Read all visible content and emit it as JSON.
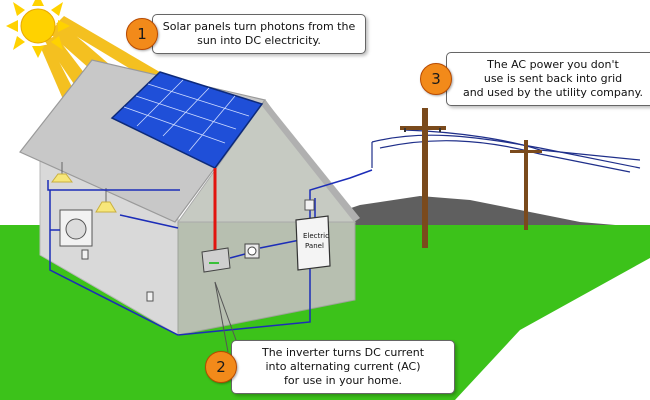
{
  "colors": {
    "sky": "#ffffff",
    "grass": "#3cc21a",
    "mountain": "#5f5f5f",
    "house_wall": "#d9d9d9",
    "roof": "#c8c8c8",
    "solar_panel": "#1f4fd8",
    "dc_wire": "#e2140e",
    "ac_wire": "#1c2db8",
    "sun": "#ffd200",
    "sun_rays": "#f4c020",
    "badge": "#f28a1a",
    "pole": "#7a4a1c"
  },
  "callouts": [
    {
      "number": "1",
      "lines": [
        "Solar panels turn photons from the",
        "sun into DC electricity."
      ]
    },
    {
      "number": "2",
      "lines": [
        "The inverter turns DC current",
        "into alternating current (AC)",
        "for use in your home."
      ]
    },
    {
      "number": "3",
      "lines": [
        "The AC power you don't",
        "use is sent back into grid",
        "and used by the utility company."
      ]
    }
  ],
  "electric_panel": {
    "lines": [
      "Electric",
      "Panel"
    ]
  }
}
